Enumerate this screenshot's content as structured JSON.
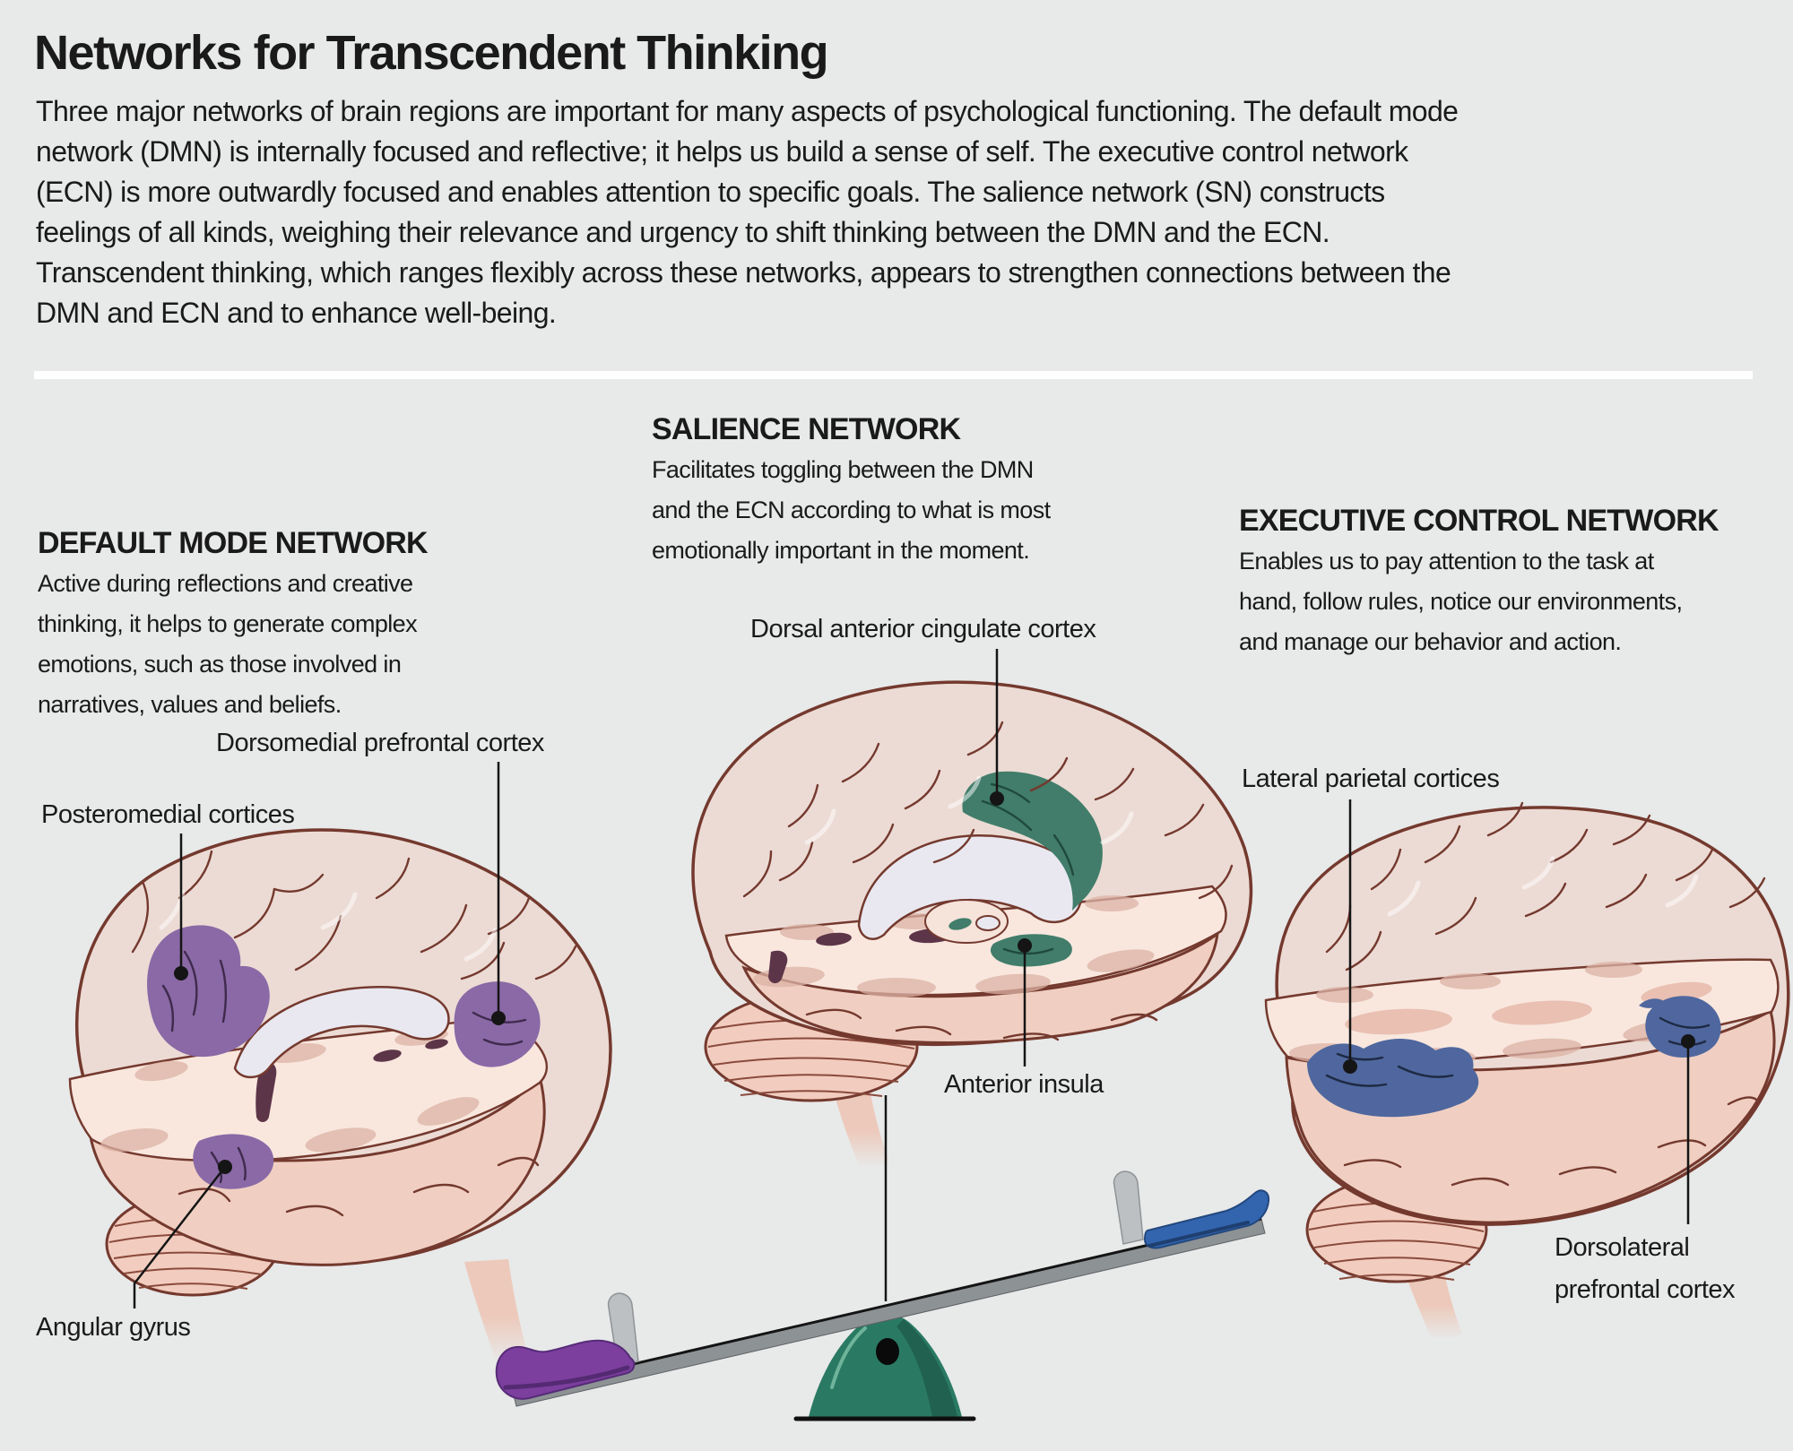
{
  "title": "Networks for Transcendent Thinking",
  "intro": {
    "lines": [
      "Three major networks of brain regions are important for many aspects of psychological functioning. The default mode",
      "network (DMN) is internally focused and reflective; it helps us build a sense of self. The executive control network",
      "(ECN) is more outwardly focused and enables attention to specific goals. The salience network (SN) constructs",
      "feelings of all kinds, weighing their relevance and urgency to shift thinking between the DMN and the ECN.",
      "Transcendent thinking, which ranges flexibly across these networks, appears to strengthen connections between the",
      "DMN and ECN and to enhance well-being."
    ]
  },
  "sections": {
    "dmn": {
      "heading": "DEFAULT MODE NETWORK",
      "lines": [
        "Active during reflections and creative",
        "thinking, it helps to generate complex",
        "emotions, such as those involved in",
        "narratives, values and beliefs."
      ],
      "color": "#8a69a6",
      "regions": [
        "Posteromedial cortices",
        "Dorsomedial prefrontal cortex",
        "Angular gyrus"
      ]
    },
    "sn": {
      "heading": "SALIENCE NETWORK",
      "lines": [
        "Facilitates toggling between the DMN",
        "and the ECN according to what is most",
        "emotionally important in the moment."
      ],
      "color": "#417d6a",
      "regions": [
        "Dorsal anterior cingulate cortex",
        "Anterior insula"
      ]
    },
    "ecn": {
      "heading": "EXECUTIVE CONTROL NETWORK",
      "lines": [
        "Enables us to pay attention to the task at",
        "hand, follow rules, notice our environments,",
        "and manage our behavior and action."
      ],
      "color": "#4f679e",
      "regions": [
        "Lateral parietal cortices",
        "Dorsolateral prefrontal cortex"
      ]
    }
  },
  "labels": {
    "posteromedial": "Posteromedial cortices",
    "dorsomedial": "Dorsomedial prefrontal cortex",
    "angular": "Angular gyrus",
    "dacc": "Dorsal anterior cingulate cortex",
    "insula": "Anterior insula",
    "lateral_parietal": "Lateral parietal cortices",
    "dlpfc_1": "Dorsolateral",
    "dlpfc_2": "prefrontal cortex"
  },
  "colors": {
    "background": "#e8e9e9",
    "divider": "#ffffff",
    "text": "#1a1a1a",
    "dmn_purple": "#8a69a6",
    "sn_green": "#417d6a",
    "ecn_blue": "#4f679e",
    "brain_outline": "#74392e",
    "plank_gray": "#8d9295",
    "fulcrum_green": "#2a7a63",
    "seat_purple": "#7c3f9e",
    "seat_blue": "#3365af"
  }
}
